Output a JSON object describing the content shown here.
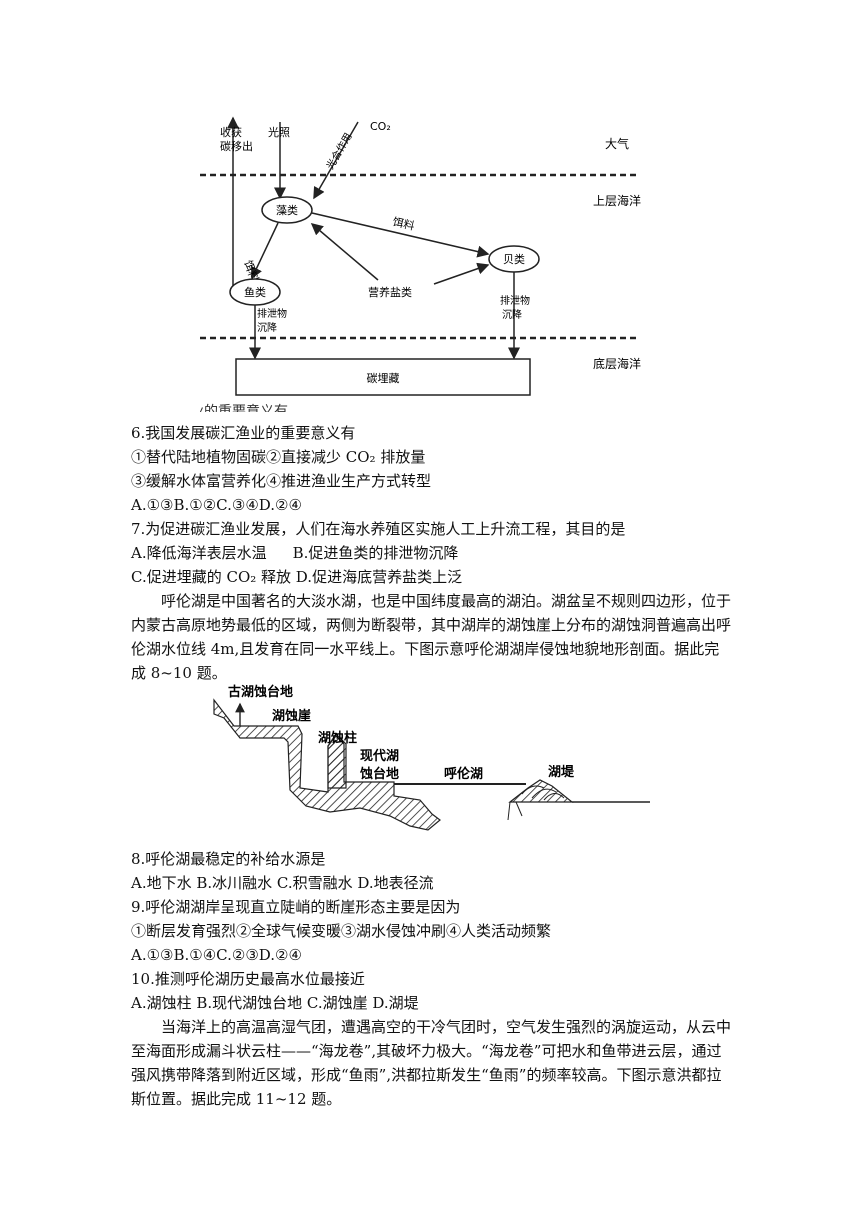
{
  "figure1": {
    "labels": {
      "harvest": "收获",
      "carbon_removal": "碳移出",
      "light": "光照",
      "co2": "CO₂",
      "photosynthesis": "光合作用",
      "atmosphere": "大气",
      "upper_ocean": "上层海洋",
      "algae": "藻类",
      "feed_left": "饵料",
      "feed_right": "饵料",
      "shellfish": "贝类",
      "fish": "鱼类",
      "nutrients": "营养盐类",
      "excreta_left_1": "排泄物",
      "excreta_left_2": "沉降",
      "excreta_right_1": "排泄物",
      "excreta_right_2": "沉降",
      "bottom_ocean": "底层海洋",
      "burial": "碳埋藏",
      "caption_fragment": "渔业的重要意义有"
    }
  },
  "q6": {
    "stem": "6.我国发展碳汇渔业的重要意义有",
    "line1": "①替代陆地植物固碳②直接减少 CO₂ 排放量",
    "line2": "③缓解水体富营养化④推进渔业生产方式转型",
    "options": "A.①③B.①②C.③④D.②④"
  },
  "q7": {
    "stem": "7.为促进碳汇渔业发展，人们在海水养殖区实施人工上升流工程，其目的是",
    "opt_a": "A.降低海洋表层水温",
    "opt_b": "B.促进鱼类的排泄物沉降",
    "opt_cd": "C.促进埋藏的 CO₂ 释放 D.促进海底营养盐类上泛"
  },
  "passage2": "呼伦湖是中国著名的大淡水湖，也是中国纬度最高的湖泊。湖盆呈不规则四边形，位于内蒙古高原地势最低的区域，两侧为断裂带，其中湖岸的湖蚀崖上分布的湖蚀洞普遍高出呼伦湖水位线 4m,且发育在同一水平线上。下图示意呼伦湖湖岸侵蚀地貌地形剖面。据此完成 8~10 题。",
  "figure2": {
    "labels": {
      "ancient_platform": "古湖蚀台地",
      "cliff": "湖蚀崖",
      "pillar": "湖蚀柱",
      "modern_platform_1": "现代湖",
      "modern_platform_2": "蚀台地",
      "lake": "呼伦湖",
      "levee": "湖堤"
    }
  },
  "q8": {
    "stem": "8.呼伦湖最稳定的补给水源是",
    "options": "A.地下水 B.冰川融水 C.积雪融水 D.地表径流"
  },
  "q9": {
    "stem": "9.呼伦湖湖岸呈现直立陡峭的断崖形态主要是因为",
    "line1": "①断层发育强烈②全球气候变暖③湖水侵蚀冲刷④人类活动频繁",
    "options": "A.①③B.①④C.②③D.②④"
  },
  "q10": {
    "stem": "10.推测呼伦湖历史最高水位最接近",
    "options": "A.湖蚀柱 B.现代湖蚀台地 C.湖蚀崖 D.湖堤"
  },
  "passage3": "当海洋上的高温高湿气团，遭遇高空的干冷气团时，空气发生强烈的涡旋运动，从云中至海面形成漏斗状云柱——“海龙卷”,其破坏力极大。“海龙卷”可把水和鱼带进云层，通过强风携带降落到附近区域，形成“鱼雨”,洪都拉斯发生“鱼雨”的频率较高。下图示意洪都拉斯位置。据此完成 11~12 题。"
}
